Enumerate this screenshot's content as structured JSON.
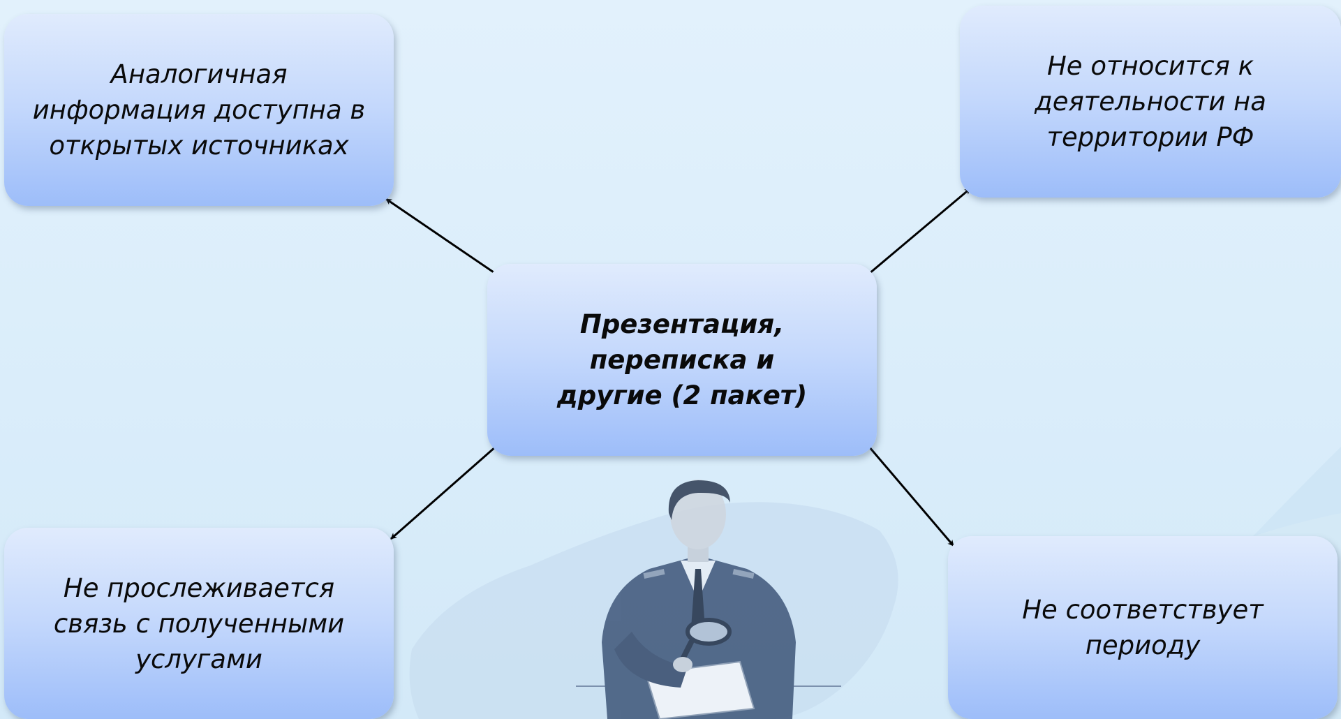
{
  "diagram": {
    "center": {
      "label": "Презентация, переписка и другие (2 пакет)"
    },
    "nodes": [
      {
        "id": "top-left",
        "label": "Аналогичная информация доступна в открытых источниках"
      },
      {
        "id": "top-right",
        "label": "Не относится к деятельности на территории РФ"
      },
      {
        "id": "bottom-left",
        "label": "Не прослеживается связь с полученными услугами"
      },
      {
        "id": "bottom-right",
        "label": "Не соответствует периоду"
      }
    ],
    "edges": [
      {
        "from": "center",
        "to": "top-left"
      },
      {
        "from": "center",
        "to": "top-right"
      },
      {
        "from": "center",
        "to": "bottom-left"
      },
      {
        "from": "center",
        "to": "bottom-right"
      }
    ]
  },
  "colors": {
    "background": "#dcedfa",
    "box_top": "#e0ebfd",
    "box_bottom": "#9dbdf9",
    "arrow": "#000000",
    "illustration": "#2f4466"
  },
  "icons": {
    "illustration": "inspector-with-magnifier-icon"
  }
}
